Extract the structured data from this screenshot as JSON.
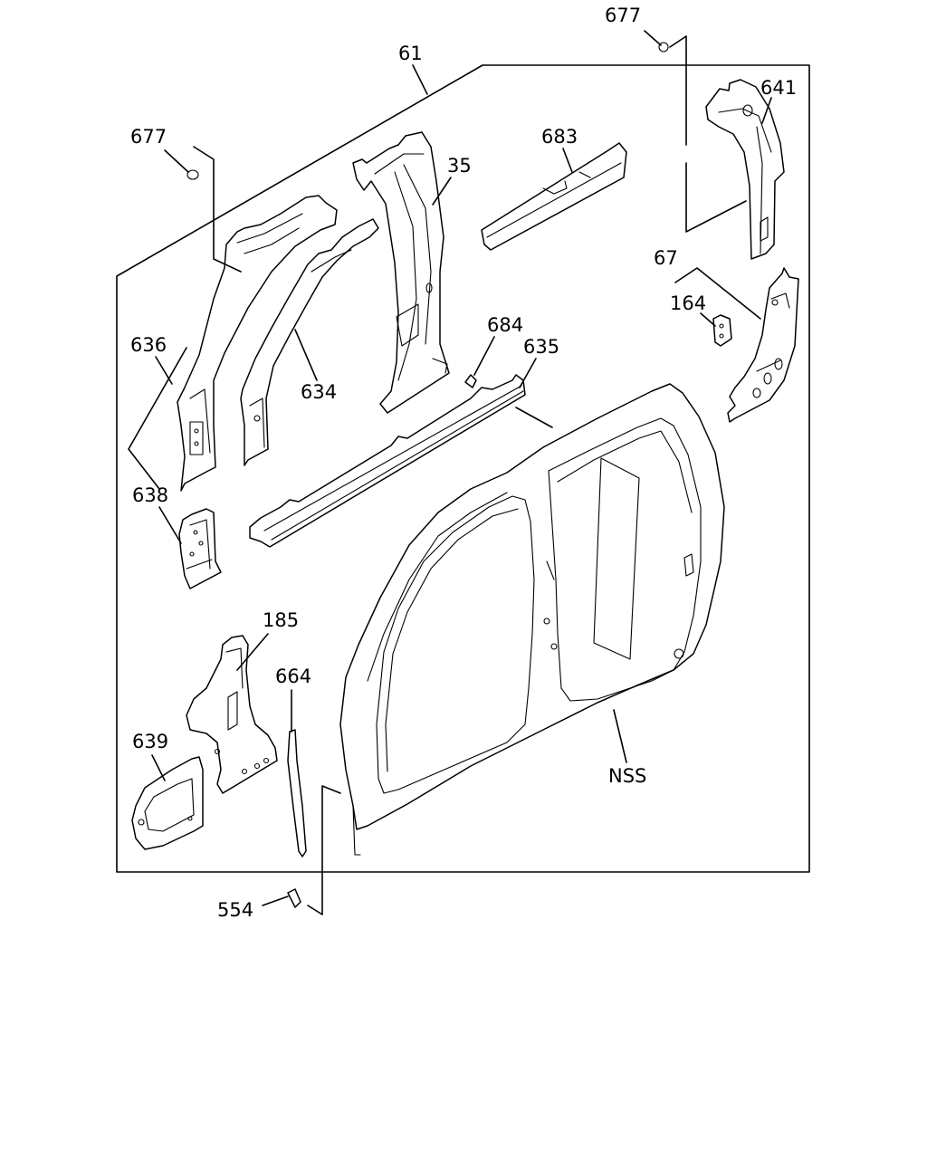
{
  "callouts": [
    {
      "id": "61",
      "text": "61"
    },
    {
      "id": "677_top",
      "text": "677"
    },
    {
      "id": "641",
      "text": "641"
    },
    {
      "id": "677_left",
      "text": "677"
    },
    {
      "id": "683",
      "text": "683"
    },
    {
      "id": "35",
      "text": "35"
    },
    {
      "id": "67",
      "text": "67"
    },
    {
      "id": "164",
      "text": "164"
    },
    {
      "id": "684",
      "text": "684"
    },
    {
      "id": "635",
      "text": "635"
    },
    {
      "id": "636",
      "text": "636"
    },
    {
      "id": "634",
      "text": "634"
    },
    {
      "id": "638",
      "text": "638"
    },
    {
      "id": "185",
      "text": "185"
    },
    {
      "id": "664",
      "text": "664"
    },
    {
      "id": "639",
      "text": "639"
    },
    {
      "id": "NSS",
      "text": "NSS"
    },
    {
      "id": "554",
      "text": "554"
    }
  ]
}
